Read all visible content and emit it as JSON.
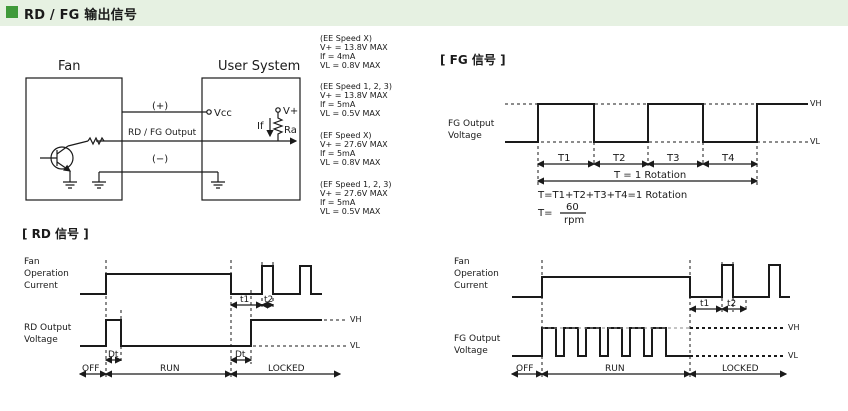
{
  "header": {
    "title": "RD / FG 输出信号",
    "accent_color": "#3f9a3a",
    "bg_color": "#e6f1e2"
  },
  "circuit": {
    "fan_label": "Fan",
    "user_system_label": "User System",
    "plus_label": "(+)",
    "minus_label": "(−)",
    "output_label": "RD / FG Output",
    "vcc_label": "Vcc",
    "vplus_label": "V+",
    "if_label": "If",
    "ra_label": "Ra"
  },
  "specs": [
    {
      "title": "(EE Speed X)",
      "lines": [
        "V+ = 13.8V MAX",
        "If    = 4mA",
        "VL  = 0.8V MAX"
      ]
    },
    {
      "title": "(EE Speed 1, 2, 3)",
      "lines": [
        "V+ = 13.8V MAX",
        "If    = 5mA",
        "VL  = 0.5V MAX"
      ]
    },
    {
      "title": "(EF Speed X)",
      "lines": [
        "V+ = 27.6V MAX",
        "If    = 5mA",
        "VL  = 0.8V MAX"
      ]
    },
    {
      "title": "(EF Speed 1, 2, 3)",
      "lines": [
        "V+ = 27.6V MAX",
        "If    = 5mA",
        "VL  = 0.5V MAX"
      ]
    }
  ],
  "rd_section": {
    "title": "[ RD 信号 ]",
    "fan_current_label": [
      "Fan",
      "Operation",
      "Current"
    ],
    "rd_output_label": [
      "RD Output",
      "Voltage"
    ],
    "vh": "VH",
    "vl": "VL",
    "t1": "t1",
    "t2": "t2",
    "dt": "Dt",
    "states": [
      "OFF",
      "RUN",
      "LOCKED"
    ]
  },
  "fg_section": {
    "title": "[ FG 信号 ]",
    "fg_output_label": [
      "FG Output",
      "Voltage"
    ],
    "vh": "VH",
    "vl": "VL",
    "periods": [
      "T1",
      "T2",
      "T3",
      "T4"
    ],
    "rotation": "T = 1 Rotation",
    "equation1": "T=T1+T2+T3+T4=1 Rotation",
    "equation2_lhs": "T=",
    "equation2_num": "60",
    "equation2_den": "rpm"
  },
  "fg_timing": {
    "fan_current_label": [
      "Fan",
      "Operation",
      "Current"
    ],
    "fg_output_label": [
      "FG Output",
      "Voltage"
    ],
    "vh": "VH",
    "vl": "VL",
    "t1": "t1",
    "t2": "t2",
    "states": [
      "OFF",
      "RUN",
      "LOCKED"
    ]
  }
}
